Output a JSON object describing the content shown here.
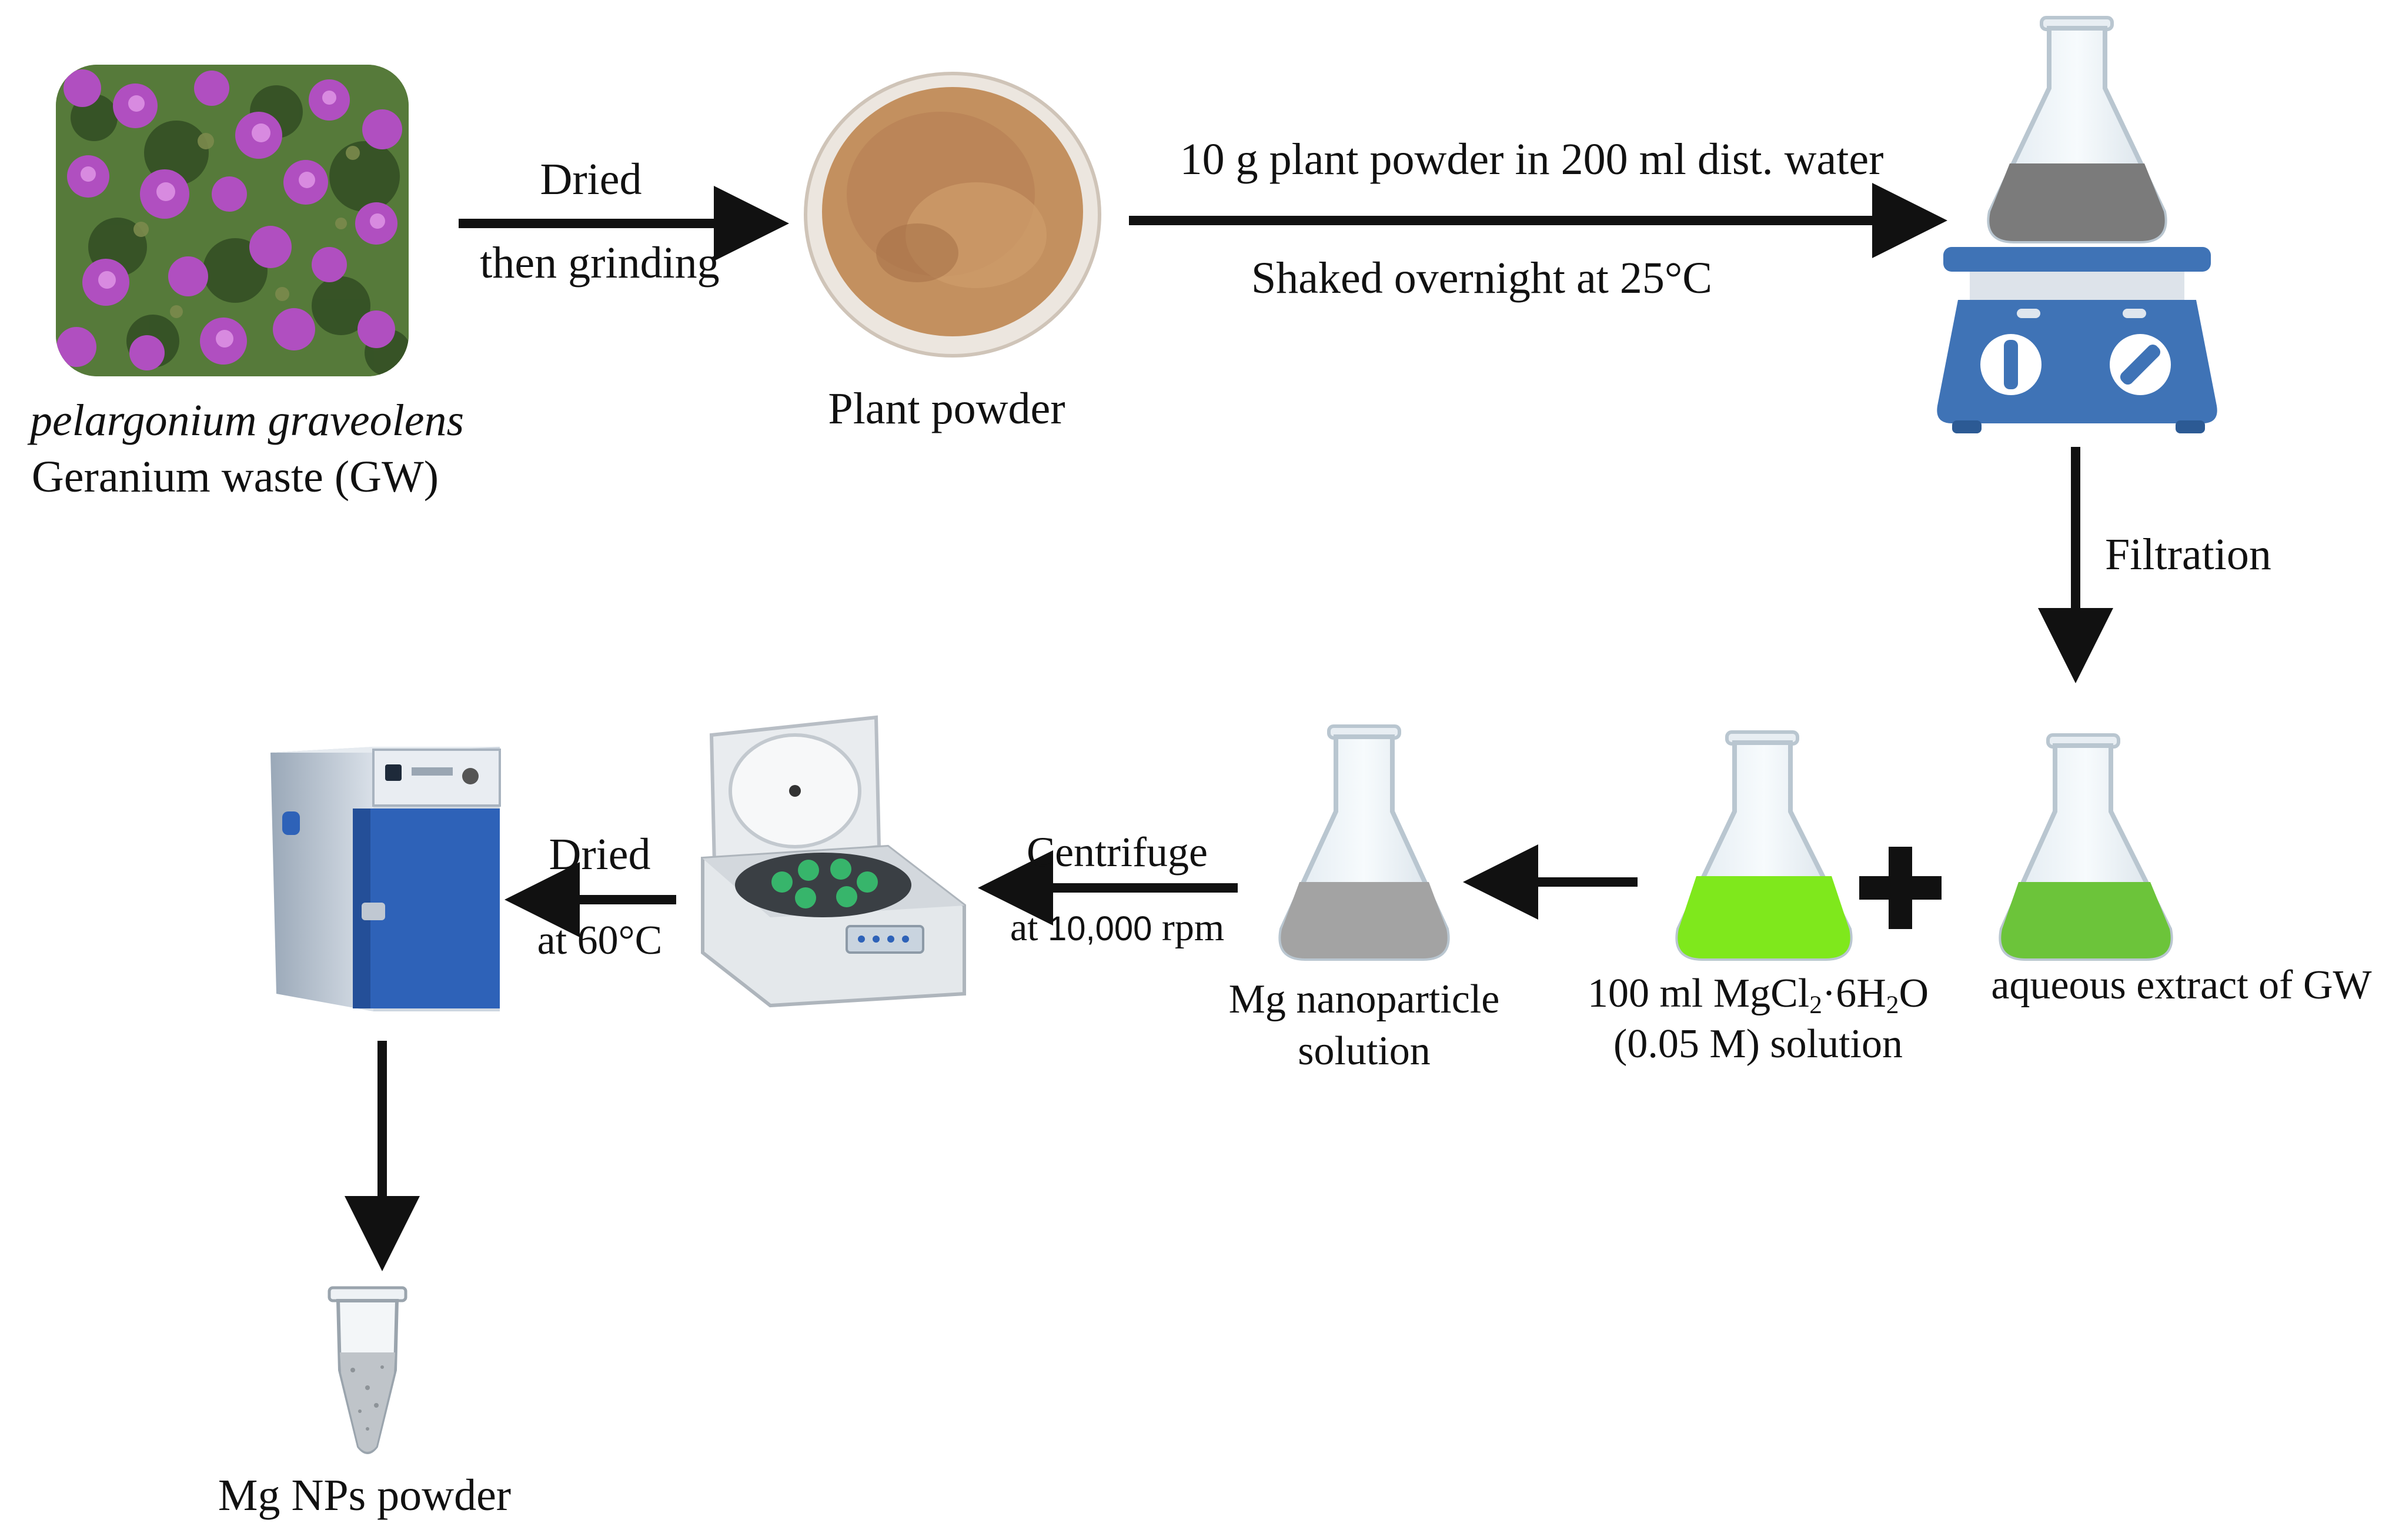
{
  "steps": {
    "source": {
      "species": "pelargonium graveolens",
      "name": "Geranium waste (GW)"
    },
    "arrow1": {
      "top": "Dried",
      "bottom": "then grinding"
    },
    "powder": {
      "label": "Plant powder"
    },
    "arrow2": {
      "top": "10 g plant powder in 200 ml dist. water",
      "bottom": "Shaked overnight at 25°C"
    },
    "filtration": {
      "label": "Filtration"
    },
    "extract": {
      "label": "aqueous extract of GW"
    },
    "plus": {
      "symbol": "+"
    },
    "mgcl": {
      "line1_pre": "100 ml MgCl",
      "sub1": "2",
      "line1_mid": "·6H",
      "sub2": "2",
      "line1_post": "O",
      "line2": "(0.05 M) solution"
    },
    "np_solution": {
      "line1": "Mg nanoparticle",
      "line2": "solution"
    },
    "centrifuge": {
      "top": "Centrifuge",
      "bottom_pre": "at ",
      "bottom_num": "10,000",
      "bottom_post": " rpm"
    },
    "drying": {
      "top": "Dried",
      "bottom": "at 60°C"
    },
    "product": {
      "label": "Mg NPs powder"
    }
  },
  "colors": {
    "arrow": "#111111",
    "flower_purple": "#b04fc0",
    "foliage_green": "#5b7a3a",
    "powder_tan": "#b9855a",
    "stirrer_blue": "#3f73b6",
    "extract_green": "#6cc43a",
    "mgcl_green": "#7fe81c",
    "np_gray": "#a3a3a3",
    "oven_blue": "#2e62b8"
  }
}
